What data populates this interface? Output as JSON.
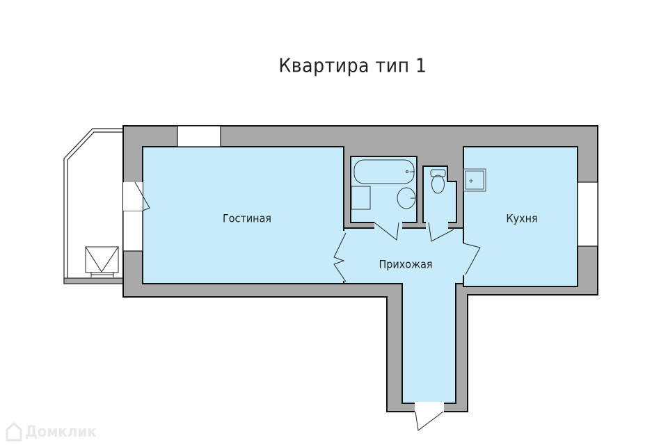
{
  "title": "Квартира тип 1",
  "rooms": {
    "living": "Гостиная",
    "kitchen": "Кухня",
    "hall": "Прихожая"
  },
  "watermark": "Домклик",
  "colors": {
    "wall": "#a9a9a9",
    "floor": "#c8ebfb",
    "line": "#111111"
  }
}
